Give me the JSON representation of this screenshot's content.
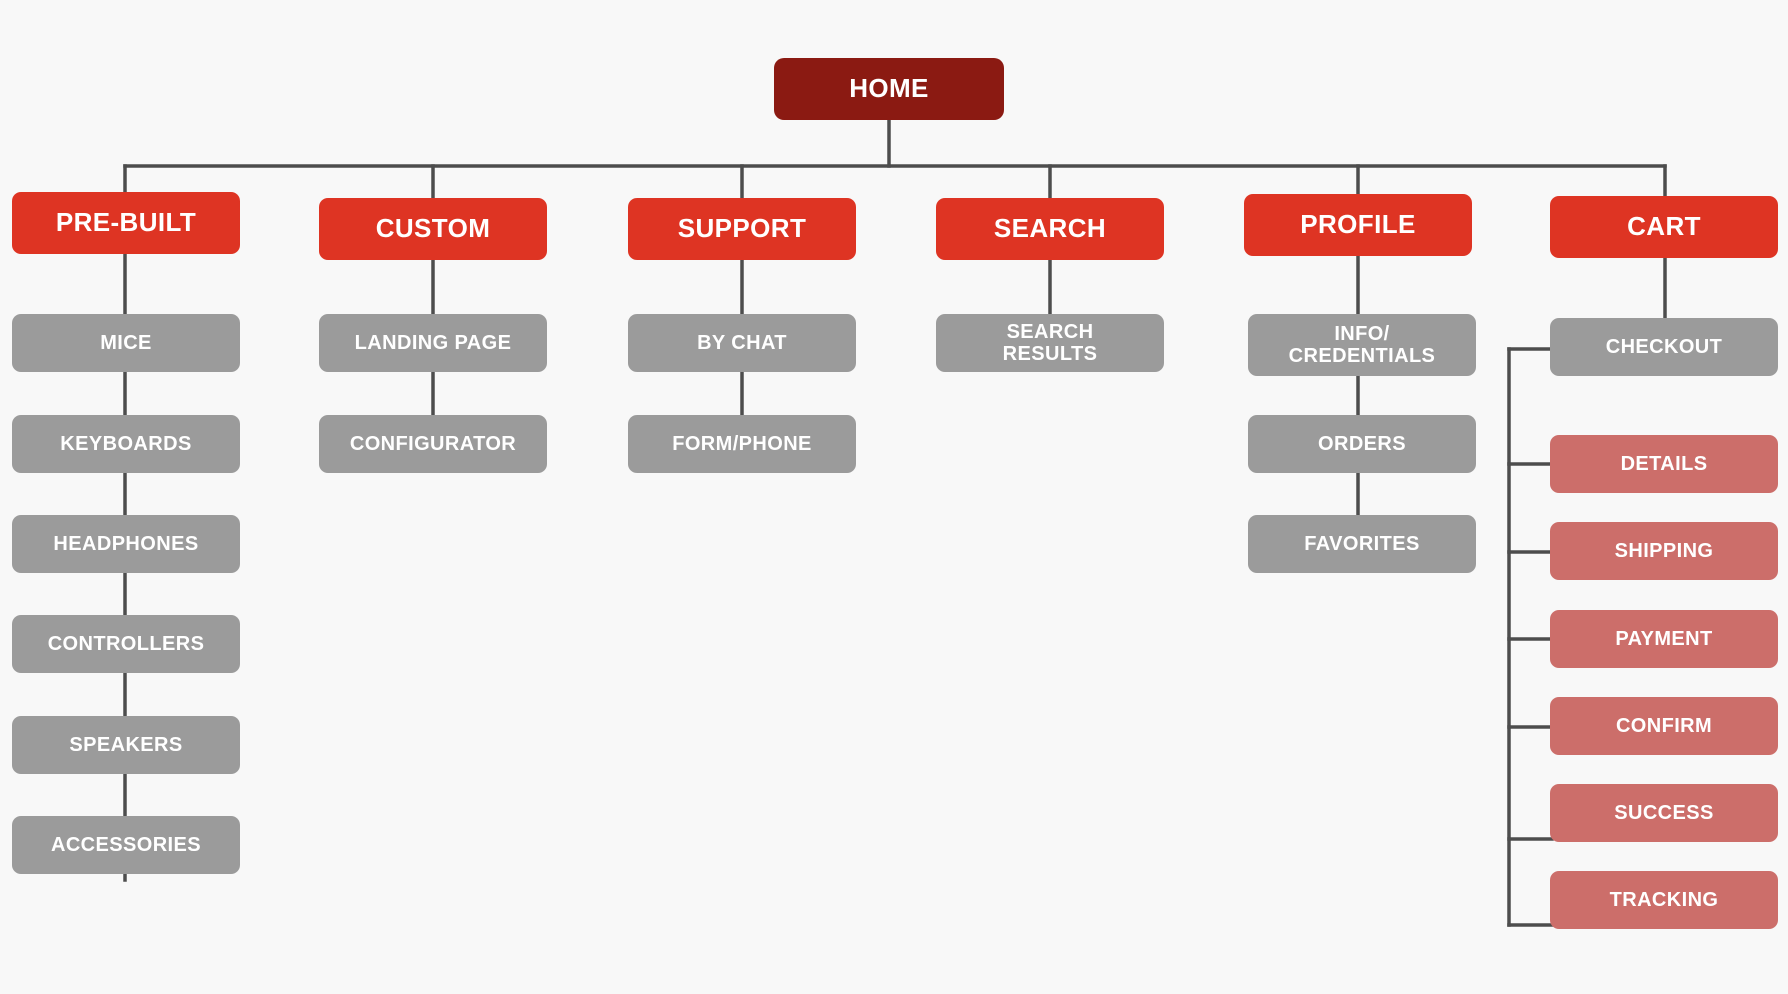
{
  "diagram": {
    "title": "HOME",
    "background_color": "#F8F8F8",
    "connector_color": "#4D4D4D",
    "colors": {
      "root": "#8B1A12",
      "primary": "#DE3423",
      "secondary": "#9B9B9B",
      "tertiary": "#CC6E6A"
    },
    "root": {
      "label": "HOME"
    },
    "branches": [
      {
        "label": "PRE-BUILT",
        "children": [
          {
            "label": "MICE"
          },
          {
            "label": "KEYBOARDS"
          },
          {
            "label": "HEADPHONES"
          },
          {
            "label": "CONTROLLERS"
          },
          {
            "label": "SPEAKERS"
          },
          {
            "label": "ACCESSORIES"
          }
        ]
      },
      {
        "label": "CUSTOM",
        "children": [
          {
            "label": "LANDING PAGE"
          },
          {
            "label": "CONFIGURATOR"
          }
        ]
      },
      {
        "label": "SUPPORT",
        "children": [
          {
            "label": "BY CHAT"
          },
          {
            "label": "FORM/PHONE"
          }
        ]
      },
      {
        "label": "SEARCH",
        "children": [
          {
            "label": "SEARCH\nRESULTS"
          }
        ]
      },
      {
        "label": "PROFILE",
        "children": [
          {
            "label": "INFO/\nCREDENTIALS"
          },
          {
            "label": "ORDERS"
          },
          {
            "label": "FAVORITES"
          }
        ]
      },
      {
        "label": "CART",
        "children": [
          {
            "label": "CHECKOUT"
          }
        ],
        "steps": [
          {
            "label": "DETAILS"
          },
          {
            "label": "SHIPPING"
          },
          {
            "label": "PAYMENT"
          },
          {
            "label": "CONFIRM"
          },
          {
            "label": "SUCCESS"
          },
          {
            "label": "TRACKING"
          }
        ]
      }
    ]
  }
}
